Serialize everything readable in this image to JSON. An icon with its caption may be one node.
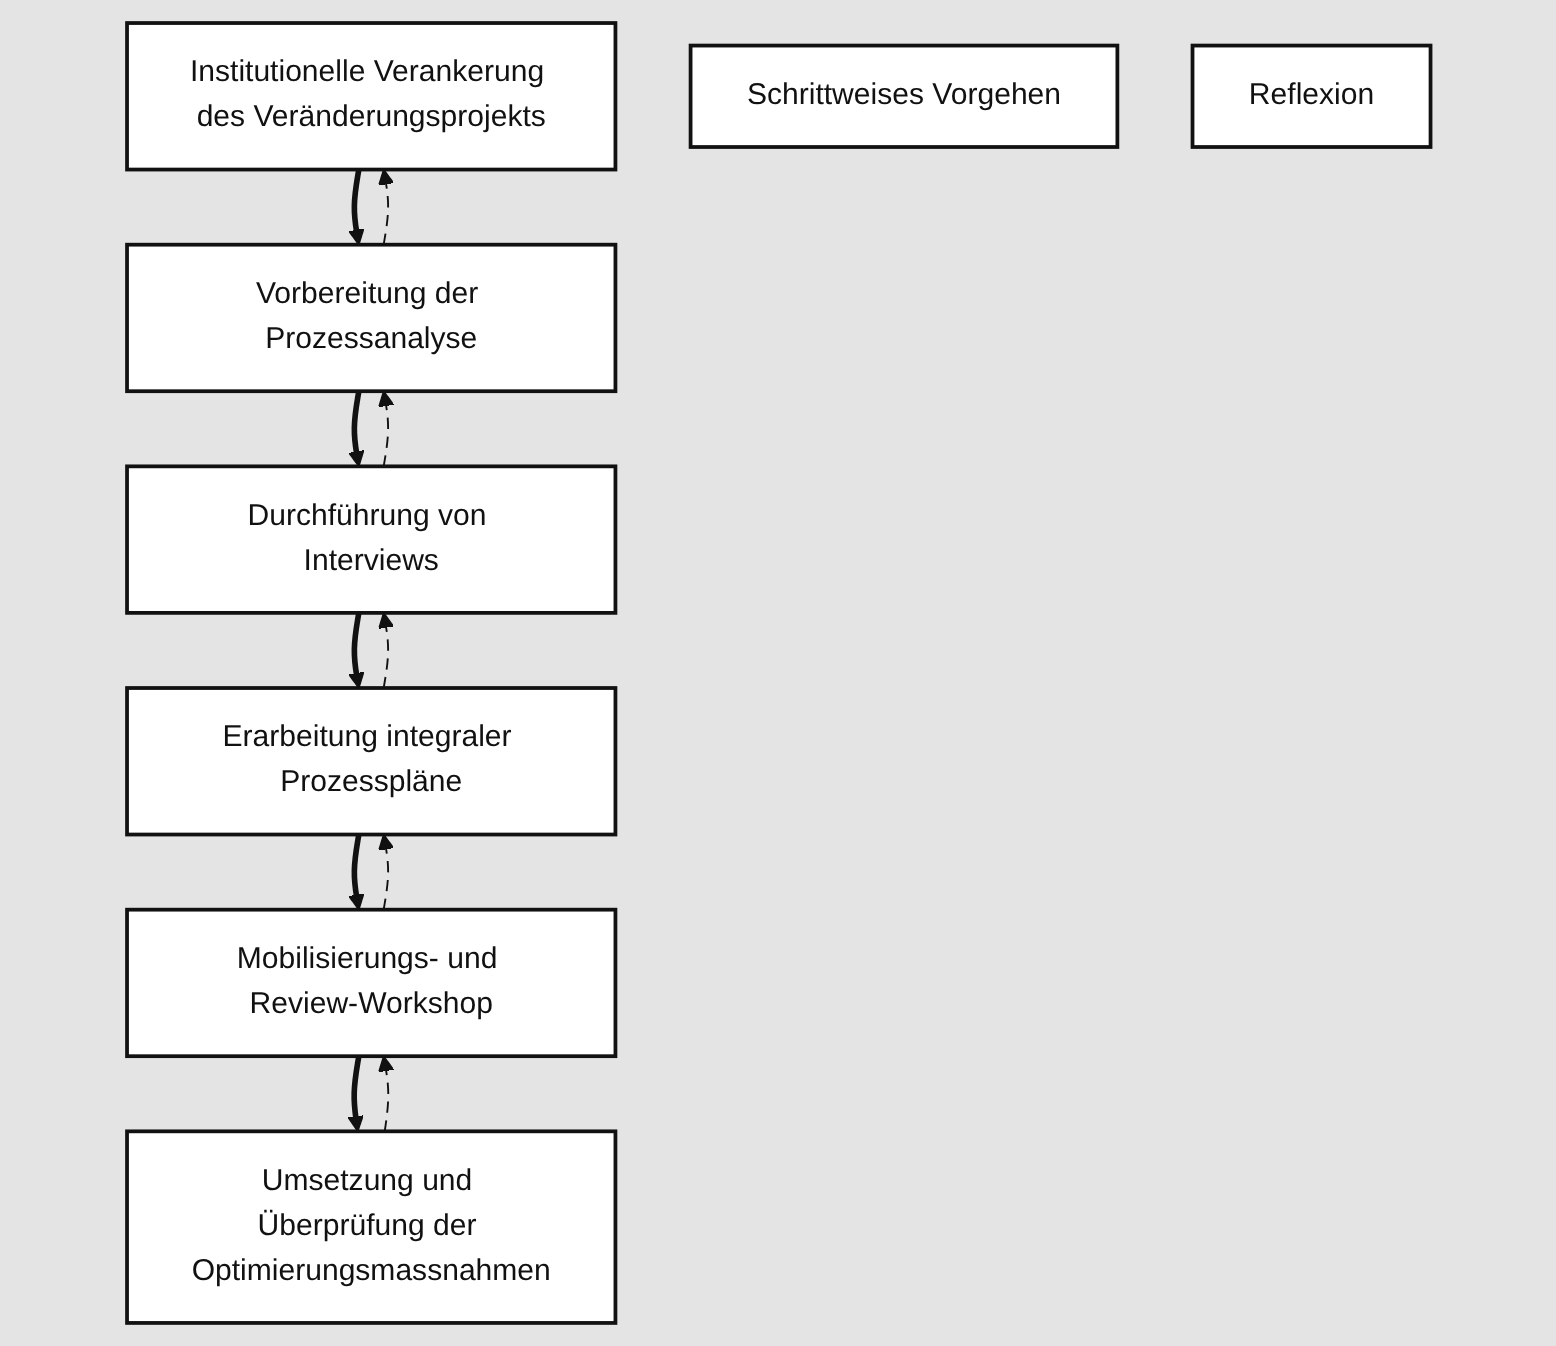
{
  "diagram": {
    "nodes": [
      {
        "text": [
          "Institutionelle Verankerung des Veränderungsprojekts"
        ]
      },
      {
        "text": [
          "Vorbereitung der Prozessanalyse"
        ]
      },
      {
        "text": [
          "Durchführung von Interviews"
        ]
      },
      {
        "text": [
          "Erarbeitung integraler Prozesspläne"
        ]
      },
      {
        "text": [
          "Mobilisierungs- und Review-Workshop"
        ]
      },
      {
        "text": [
          "Umsetzung und Überprüfung der Optimierungsmassnahmen"
        ]
      },
      {
        "text": [
          "Schrittweises Vorgehen"
        ]
      },
      {
        "text": [
          "Reflexion"
        ]
      }
    ],
    "edges": [
      {
        "from": 0,
        "to": 1,
        "arrow": "to",
        "style": "thick"
      },
      {
        "from": 1,
        "to": 2,
        "arrow": "to",
        "style": "thick"
      },
      {
        "from": 2,
        "to": 3,
        "arrow": "to",
        "style": "thick"
      },
      {
        "from": 3,
        "to": 4,
        "arrow": "to",
        "style": "thick"
      },
      {
        "from": 4,
        "to": 5,
        "arrow": "to",
        "style": "thick"
      },
      {
        "from": 1,
        "to": 0,
        "arrow": "to",
        "style": "dashed"
      },
      {
        "from": 2,
        "to": 1,
        "arrow": "to",
        "style": "dashed"
      },
      {
        "from": 3,
        "to": 2,
        "arrow": "to",
        "style": "dashed"
      },
      {
        "from": 4,
        "to": 3,
        "arrow": "to",
        "style": "dashed"
      },
      {
        "from": 5,
        "to": 4,
        "arrow": "to",
        "style": "dashed"
      }
    ]
  }
}
